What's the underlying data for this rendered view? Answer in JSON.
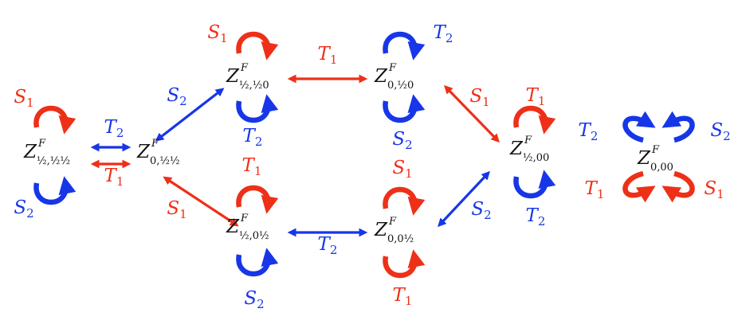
{
  "colors": {
    "red": "#ee3018",
    "blue": "#1736e8",
    "text": "#111111"
  },
  "labels": {
    "S": "S",
    "T": "T",
    "one": "1",
    "two": "2"
  },
  "nodes": {
    "n1": {
      "main": "Z",
      "sup": "F",
      "sub": "½,½½"
    },
    "n2": {
      "main": "Z",
      "sup": "F",
      "sub": "0,½½"
    },
    "n3": {
      "main": "Z",
      "sup": "F",
      "sub": "½,½0"
    },
    "n4": {
      "main": "Z",
      "sup": "F",
      "sub": "0,½0"
    },
    "n5": {
      "main": "Z",
      "sup": "F",
      "sub": "½,0½"
    },
    "n6": {
      "main": "Z",
      "sup": "F",
      "sub": "0,0½"
    },
    "n7": {
      "main": "Z",
      "sup": "F",
      "sub": "½,00"
    },
    "n8": {
      "main": "Z",
      "sup": "F",
      "sub": "0,00"
    }
  },
  "edges": [
    {
      "from": "n1",
      "to": "n2",
      "label": "T2",
      "color": "blue"
    },
    {
      "from": "n1",
      "to": "n2",
      "label": "T1",
      "color": "red"
    },
    {
      "from": "n2",
      "to": "n3",
      "label": "S2",
      "color": "blue"
    },
    {
      "from": "n2",
      "to": "n5",
      "label": "S1",
      "color": "red"
    },
    {
      "from": "n3",
      "to": "n4",
      "label": "T1",
      "color": "red"
    },
    {
      "from": "n5",
      "to": "n6",
      "label": "T2",
      "color": "blue"
    },
    {
      "from": "n4",
      "to": "n7",
      "label": "S1",
      "color": "red"
    },
    {
      "from": "n6",
      "to": "n7",
      "label": "S2",
      "color": "blue"
    }
  ],
  "self_loops": [
    {
      "node": "n1",
      "label": "S1",
      "color": "red"
    },
    {
      "node": "n1",
      "label": "S2",
      "color": "blue"
    },
    {
      "node": "n3",
      "label": "S1",
      "color": "red"
    },
    {
      "node": "n3",
      "label": "T2",
      "color": "blue"
    },
    {
      "node": "n4",
      "label": "T2",
      "color": "blue"
    },
    {
      "node": "n4",
      "label": "S2",
      "color": "blue"
    },
    {
      "node": "n5",
      "label": "T1",
      "color": "red"
    },
    {
      "node": "n5",
      "label": "S2",
      "color": "blue"
    },
    {
      "node": "n6",
      "label": "S1",
      "color": "red"
    },
    {
      "node": "n6",
      "label": "T1",
      "color": "red"
    },
    {
      "node": "n7",
      "label": "T1",
      "color": "red"
    },
    {
      "node": "n7",
      "label": "T2",
      "color": "blue"
    },
    {
      "node": "n8",
      "label": "T2",
      "color": "blue"
    },
    {
      "node": "n8",
      "label": "S2",
      "color": "blue"
    },
    {
      "node": "n8",
      "label": "T1",
      "color": "red"
    },
    {
      "node": "n8",
      "label": "S1",
      "color": "red"
    }
  ]
}
